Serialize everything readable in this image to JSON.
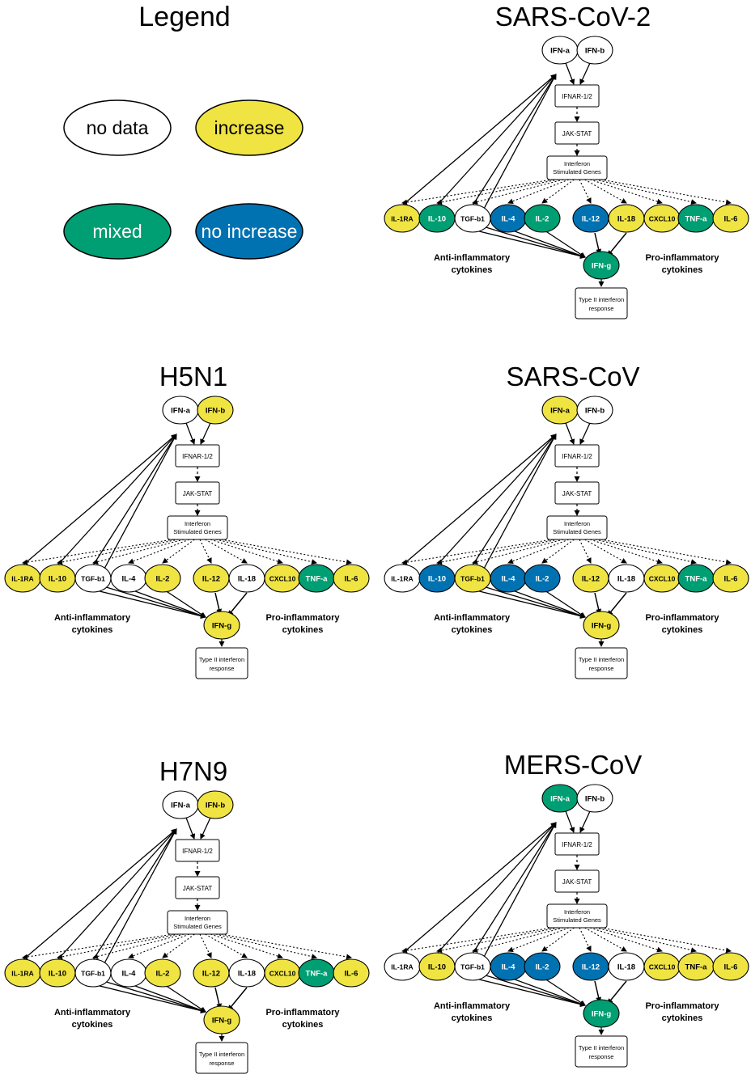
{
  "legend": {
    "title": "Legend",
    "items": [
      {
        "label": "no data",
        "status": "none"
      },
      {
        "label": "increase",
        "status": "increase"
      },
      {
        "label": "mixed",
        "status": "mixed"
      },
      {
        "label": "no increase",
        "status": "noinc"
      }
    ]
  },
  "colors": {
    "none": "#ffffff",
    "increase": "#f0e442",
    "mixed": "#009e73",
    "noinc": "#0072b2"
  },
  "labels": {
    "ifna": "IFN-a",
    "ifnb": "IFN-b",
    "ifnar": "IFNAR-1/2",
    "jak": "JAK-STAT",
    "isg": [
      "Interferon",
      "Stimulated Genes"
    ],
    "ifng": "IFN-g",
    "type2": [
      "Type II interferon",
      "response"
    ],
    "anti": [
      "Anti-inflammatory",
      "cytokines"
    ],
    "pro": [
      "Pro-inflammatory",
      "cytokines"
    ],
    "cytokines": [
      "IL-1RA",
      "IL-10",
      "TGF-b1",
      "IL-4",
      "IL-2",
      "IL-12",
      "IL-18",
      "CXCL10",
      "TNF-a",
      "IL-6"
    ]
  },
  "panels": [
    {
      "title": "SARS-CoV-2",
      "ifna": "none",
      "ifnb": "none",
      "ifng": "mixed",
      "cytokines": [
        "increase",
        "mixed",
        "none",
        "noinc",
        "mixed",
        "noinc",
        "increase",
        "increase",
        "mixed",
        "increase"
      ]
    },
    {
      "title": "H5N1",
      "ifna": "none",
      "ifnb": "increase",
      "ifng": "increase",
      "cytokines": [
        "increase",
        "increase",
        "none",
        "none",
        "increase",
        "increase",
        "none",
        "increase",
        "mixed",
        "increase"
      ]
    },
    {
      "title": "SARS-CoV",
      "ifna": "increase",
      "ifnb": "none",
      "ifng": "increase",
      "cytokines": [
        "none",
        "noinc",
        "increase",
        "noinc",
        "noinc",
        "increase",
        "none",
        "increase",
        "mixed",
        "increase"
      ]
    },
    {
      "title": "H7N9",
      "ifna": "none",
      "ifnb": "increase",
      "ifng": "increase",
      "cytokines": [
        "increase",
        "increase",
        "none",
        "none",
        "increase",
        "increase",
        "none",
        "increase",
        "mixed",
        "increase"
      ]
    },
    {
      "title": "MERS-CoV",
      "ifna": "mixed",
      "ifnb": "none",
      "ifng": "mixed",
      "cytokines": [
        "none",
        "increase",
        "none",
        "noinc",
        "noinc",
        "noinc",
        "none",
        "increase",
        "increase",
        "increase"
      ]
    }
  ]
}
